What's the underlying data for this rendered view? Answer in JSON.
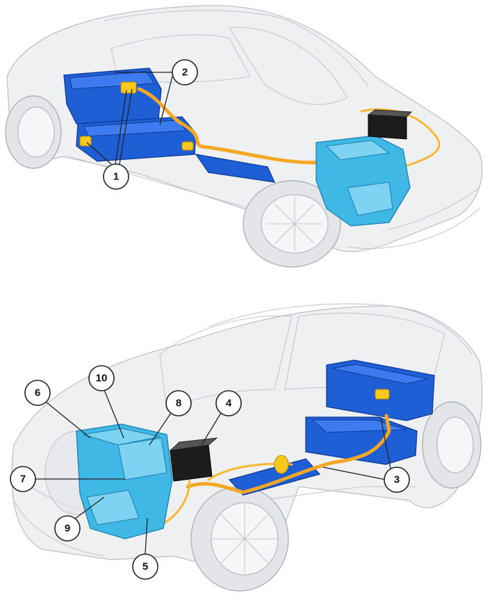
{
  "callouts": {
    "top": [
      {
        "id": "1",
        "label": "1"
      },
      {
        "id": "2",
        "label": "2"
      }
    ],
    "bottom": [
      {
        "id": "3",
        "label": "3"
      },
      {
        "id": "4",
        "label": "4"
      },
      {
        "id": "5",
        "label": "5"
      },
      {
        "id": "6",
        "label": "6"
      },
      {
        "id": "7",
        "label": "7"
      },
      {
        "id": "8",
        "label": "8"
      },
      {
        "id": "9",
        "label": "9"
      },
      {
        "id": "10",
        "label": "10"
      }
    ]
  },
  "colors": {
    "battery": "#1f5fd6",
    "power_units": "#3fb8e6",
    "hv_cables": "#f5a623",
    "connectors": "#f8c81c",
    "aux_battery": "#1c1c1c"
  }
}
